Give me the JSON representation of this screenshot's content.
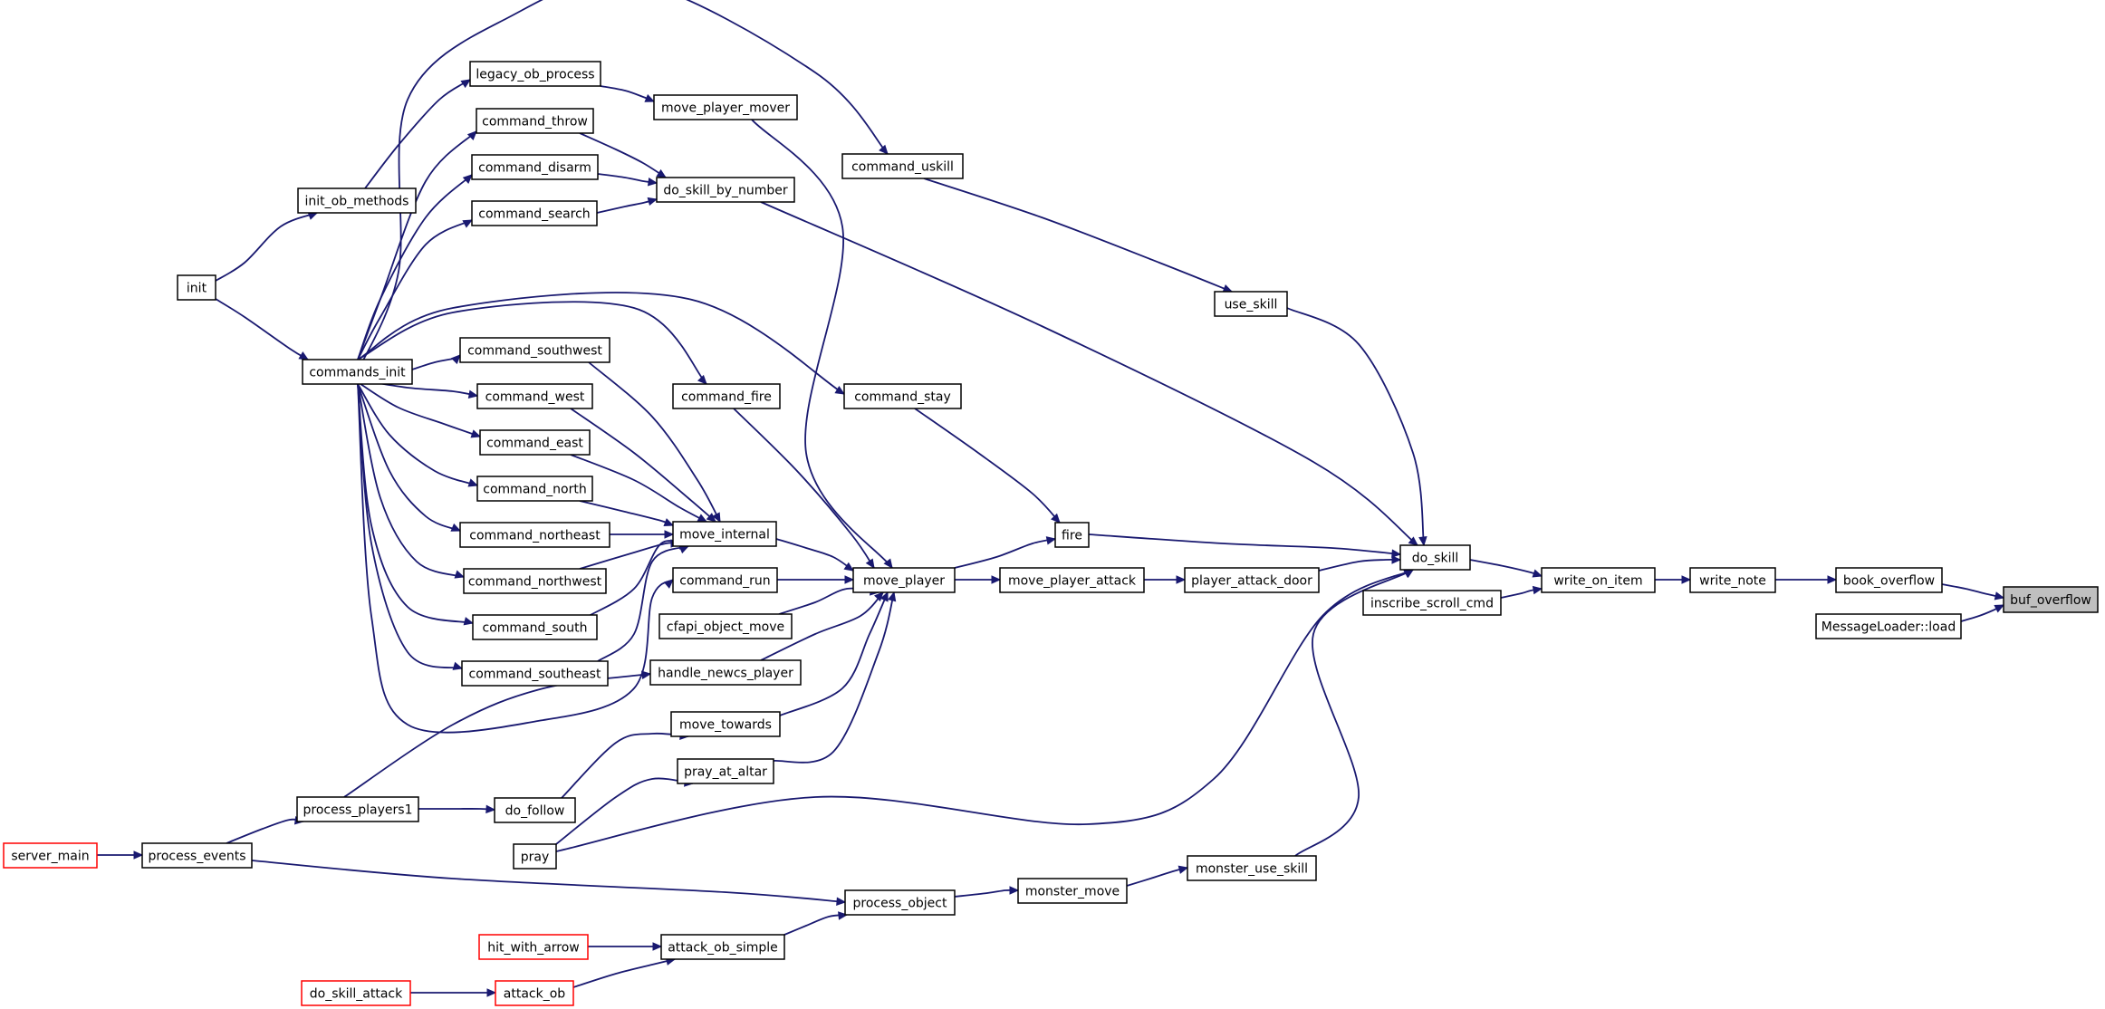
{
  "graph": {
    "kind": "caller-graph",
    "colors": {
      "edge": "#191970",
      "node_border": "#000000",
      "truncated_border": "#ff0000",
      "current_fill": "#bfbfbf",
      "background": "#ffffff"
    },
    "nodes": [
      {
        "id": "buf_overflow",
        "label": "buf_overflow",
        "style": "current"
      },
      {
        "id": "book_overflow",
        "label": "book_overflow"
      },
      {
        "id": "messageloader_load",
        "label": "MessageLoader::load"
      },
      {
        "id": "write_note",
        "label": "write_note"
      },
      {
        "id": "write_on_item",
        "label": "write_on_item"
      },
      {
        "id": "do_skill",
        "label": "do_skill"
      },
      {
        "id": "inscribe_scroll_cmd",
        "label": "inscribe_scroll_cmd"
      },
      {
        "id": "use_skill",
        "label": "use_skill"
      },
      {
        "id": "command_uskill",
        "label": "command_uskill"
      },
      {
        "id": "fire",
        "label": "fire"
      },
      {
        "id": "player_attack_door",
        "label": "player_attack_door"
      },
      {
        "id": "monster_use_skill",
        "label": "monster_use_skill"
      },
      {
        "id": "monster_move",
        "label": "monster_move"
      },
      {
        "id": "process_object",
        "label": "process_object"
      },
      {
        "id": "attack_ob_simple",
        "label": "attack_ob_simple"
      },
      {
        "id": "hit_with_arrow",
        "label": "hit_with_arrow",
        "style": "truncated"
      },
      {
        "id": "attack_ob",
        "label": "attack_ob",
        "style": "truncated"
      },
      {
        "id": "do_skill_attack",
        "label": "do_skill_attack",
        "style": "truncated"
      },
      {
        "id": "move_player_attack",
        "label": "move_player_attack"
      },
      {
        "id": "move_player",
        "label": "move_player"
      },
      {
        "id": "command_stay",
        "label": "command_stay"
      },
      {
        "id": "command_fire",
        "label": "command_fire"
      },
      {
        "id": "move_internal",
        "label": "move_internal"
      },
      {
        "id": "command_run",
        "label": "command_run"
      },
      {
        "id": "cfapi_object_move",
        "label": "cfapi_object_move"
      },
      {
        "id": "handle_newcs_player",
        "label": "handle_newcs_player"
      },
      {
        "id": "move_towards",
        "label": "move_towards"
      },
      {
        "id": "pray_at_altar",
        "label": "pray_at_altar"
      },
      {
        "id": "move_player_mover",
        "label": "move_player_mover"
      },
      {
        "id": "do_skill_by_number",
        "label": "do_skill_by_number"
      },
      {
        "id": "legacy_ob_process",
        "label": "legacy_ob_process"
      },
      {
        "id": "command_throw",
        "label": "command_throw"
      },
      {
        "id": "command_disarm",
        "label": "command_disarm"
      },
      {
        "id": "command_search",
        "label": "command_search"
      },
      {
        "id": "init_ob_methods",
        "label": "init_ob_methods"
      },
      {
        "id": "init",
        "label": "init"
      },
      {
        "id": "commands_init",
        "label": "commands_init"
      },
      {
        "id": "command_southwest",
        "label": "command_southwest"
      },
      {
        "id": "command_west",
        "label": "command_west"
      },
      {
        "id": "command_east",
        "label": "command_east"
      },
      {
        "id": "command_north",
        "label": "command_north"
      },
      {
        "id": "command_northeast",
        "label": "command_northeast"
      },
      {
        "id": "command_northwest",
        "label": "command_northwest"
      },
      {
        "id": "command_south",
        "label": "command_south"
      },
      {
        "id": "command_southeast",
        "label": "command_southeast"
      },
      {
        "id": "do_follow",
        "label": "do_follow"
      },
      {
        "id": "pray",
        "label": "pray"
      },
      {
        "id": "process_players1",
        "label": "process_players1"
      },
      {
        "id": "process_events",
        "label": "process_events"
      },
      {
        "id": "server_main",
        "label": "server_main",
        "style": "truncated"
      }
    ],
    "edges": [
      {
        "from": "book_overflow",
        "to": "buf_overflow"
      },
      {
        "from": "messageloader_load",
        "to": "buf_overflow"
      },
      {
        "from": "write_note",
        "to": "book_overflow"
      },
      {
        "from": "write_on_item",
        "to": "write_note"
      },
      {
        "from": "do_skill",
        "to": "write_on_item"
      },
      {
        "from": "inscribe_scroll_cmd",
        "to": "write_on_item"
      },
      {
        "from": "use_skill",
        "to": "do_skill"
      },
      {
        "from": "do_skill_by_number",
        "to": "do_skill"
      },
      {
        "from": "fire",
        "to": "do_skill"
      },
      {
        "from": "player_attack_door",
        "to": "do_skill"
      },
      {
        "from": "pray",
        "to": "do_skill"
      },
      {
        "from": "monster_use_skill",
        "to": "do_skill"
      },
      {
        "from": "command_uskill",
        "to": "use_skill"
      },
      {
        "from": "commands_init",
        "to": "command_uskill"
      },
      {
        "from": "move_player",
        "to": "fire"
      },
      {
        "from": "command_stay",
        "to": "fire"
      },
      {
        "from": "move_player_attack",
        "to": "player_attack_door"
      },
      {
        "from": "move_player",
        "to": "move_player_attack"
      },
      {
        "from": "move_internal",
        "to": "move_player"
      },
      {
        "from": "command_run",
        "to": "move_player"
      },
      {
        "from": "command_fire",
        "to": "move_player"
      },
      {
        "from": "cfapi_object_move",
        "to": "move_player"
      },
      {
        "from": "handle_newcs_player",
        "to": "move_player"
      },
      {
        "from": "move_towards",
        "to": "move_player"
      },
      {
        "from": "pray_at_altar",
        "to": "move_player"
      },
      {
        "from": "move_player_mover",
        "to": "move_player"
      },
      {
        "from": "legacy_ob_process",
        "to": "move_player_mover"
      },
      {
        "from": "init_ob_methods",
        "to": "legacy_ob_process"
      },
      {
        "from": "init",
        "to": "init_ob_methods"
      },
      {
        "from": "init",
        "to": "commands_init"
      },
      {
        "from": "command_throw",
        "to": "do_skill_by_number"
      },
      {
        "from": "command_disarm",
        "to": "do_skill_by_number"
      },
      {
        "from": "command_search",
        "to": "do_skill_by_number"
      },
      {
        "from": "commands_init",
        "to": "command_throw"
      },
      {
        "from": "commands_init",
        "to": "command_disarm"
      },
      {
        "from": "commands_init",
        "to": "command_search"
      },
      {
        "from": "commands_init",
        "to": "command_fire"
      },
      {
        "from": "commands_init",
        "to": "command_stay"
      },
      {
        "from": "commands_init",
        "to": "command_run"
      },
      {
        "from": "commands_init",
        "to": "command_southwest"
      },
      {
        "from": "commands_init",
        "to": "command_west"
      },
      {
        "from": "commands_init",
        "to": "command_east"
      },
      {
        "from": "commands_init",
        "to": "command_north"
      },
      {
        "from": "commands_init",
        "to": "command_northeast"
      },
      {
        "from": "commands_init",
        "to": "command_northwest"
      },
      {
        "from": "commands_init",
        "to": "command_south"
      },
      {
        "from": "commands_init",
        "to": "command_southeast"
      },
      {
        "from": "command_southwest",
        "to": "move_internal"
      },
      {
        "from": "command_west",
        "to": "move_internal"
      },
      {
        "from": "command_east",
        "to": "move_internal"
      },
      {
        "from": "command_north",
        "to": "move_internal"
      },
      {
        "from": "command_northeast",
        "to": "move_internal"
      },
      {
        "from": "command_northwest",
        "to": "move_internal"
      },
      {
        "from": "command_south",
        "to": "move_internal"
      },
      {
        "from": "command_southeast",
        "to": "move_internal"
      },
      {
        "from": "process_players1",
        "to": "handle_newcs_player"
      },
      {
        "from": "process_players1",
        "to": "do_follow"
      },
      {
        "from": "do_follow",
        "to": "move_towards"
      },
      {
        "from": "pray",
        "to": "pray_at_altar"
      },
      {
        "from": "process_events",
        "to": "process_players1"
      },
      {
        "from": "process_events",
        "to": "process_object"
      },
      {
        "from": "server_main",
        "to": "process_events"
      },
      {
        "from": "process_object",
        "to": "monster_move"
      },
      {
        "from": "monster_move",
        "to": "monster_use_skill"
      },
      {
        "from": "attack_ob_simple",
        "to": "process_object"
      },
      {
        "from": "hit_with_arrow",
        "to": "attack_ob_simple"
      },
      {
        "from": "attack_ob",
        "to": "attack_ob_simple"
      },
      {
        "from": "do_skill_attack",
        "to": "attack_ob"
      }
    ]
  }
}
